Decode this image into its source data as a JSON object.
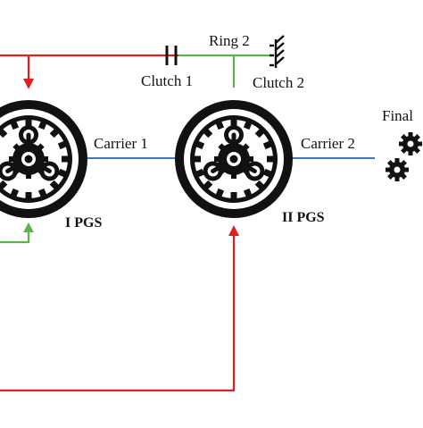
{
  "labels": {
    "ring2": "Ring 2",
    "clutch1": "Clutch 1",
    "clutch2": "Clutch 2",
    "carrier1": "Carrier 1",
    "carrier2": "Carrier 2",
    "pgs1": "I PGS",
    "pgs2": "II PGS",
    "final": "Final"
  },
  "colors": {
    "red": "#e02020",
    "green": "#5cb34a",
    "blue": "#3f78c9",
    "ink": "#111111"
  },
  "icons": [
    "gear-set-icon",
    "clutch-icon",
    "ground-icon",
    "gear-pair-icon"
  ]
}
